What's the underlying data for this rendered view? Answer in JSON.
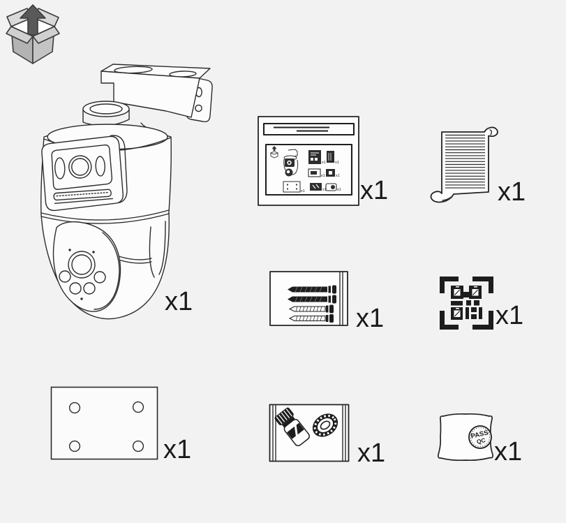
{
  "page": {
    "background": "#f2f2f2",
    "line_color": "#2b2b2b",
    "label_color": "#1a1a1a"
  },
  "packing_list": {
    "unbox_icon": "open-box-up-arrow",
    "guide_thumb_qty": "x1",
    "qc_stamp": {
      "line1": "PASS",
      "line2": "QC"
    },
    "items": [
      {
        "id": "camera",
        "name": "ptz-dual-lens-camera-with-wall-bracket",
        "qty": "x1"
      },
      {
        "id": "quick-start-guide",
        "name": "quick-start-guide-booklet",
        "qty": "x1"
      },
      {
        "id": "sticker-sheet",
        "name": "rolled-instruction-sheet",
        "qty": "x1"
      },
      {
        "id": "screw-pack",
        "name": "screws-and-anchors-pack",
        "qty": "x1"
      },
      {
        "id": "qr-template",
        "name": "qr-positioning-sticker",
        "qty": "x1"
      },
      {
        "id": "mounting-plate",
        "name": "mounting-template-plate",
        "qty": "x1"
      },
      {
        "id": "waterproof-kit",
        "name": "waterproof-connector-pack",
        "qty": "x1"
      },
      {
        "id": "qc-sticker",
        "name": "qc-pass-sticker",
        "qty": "x1"
      }
    ]
  }
}
